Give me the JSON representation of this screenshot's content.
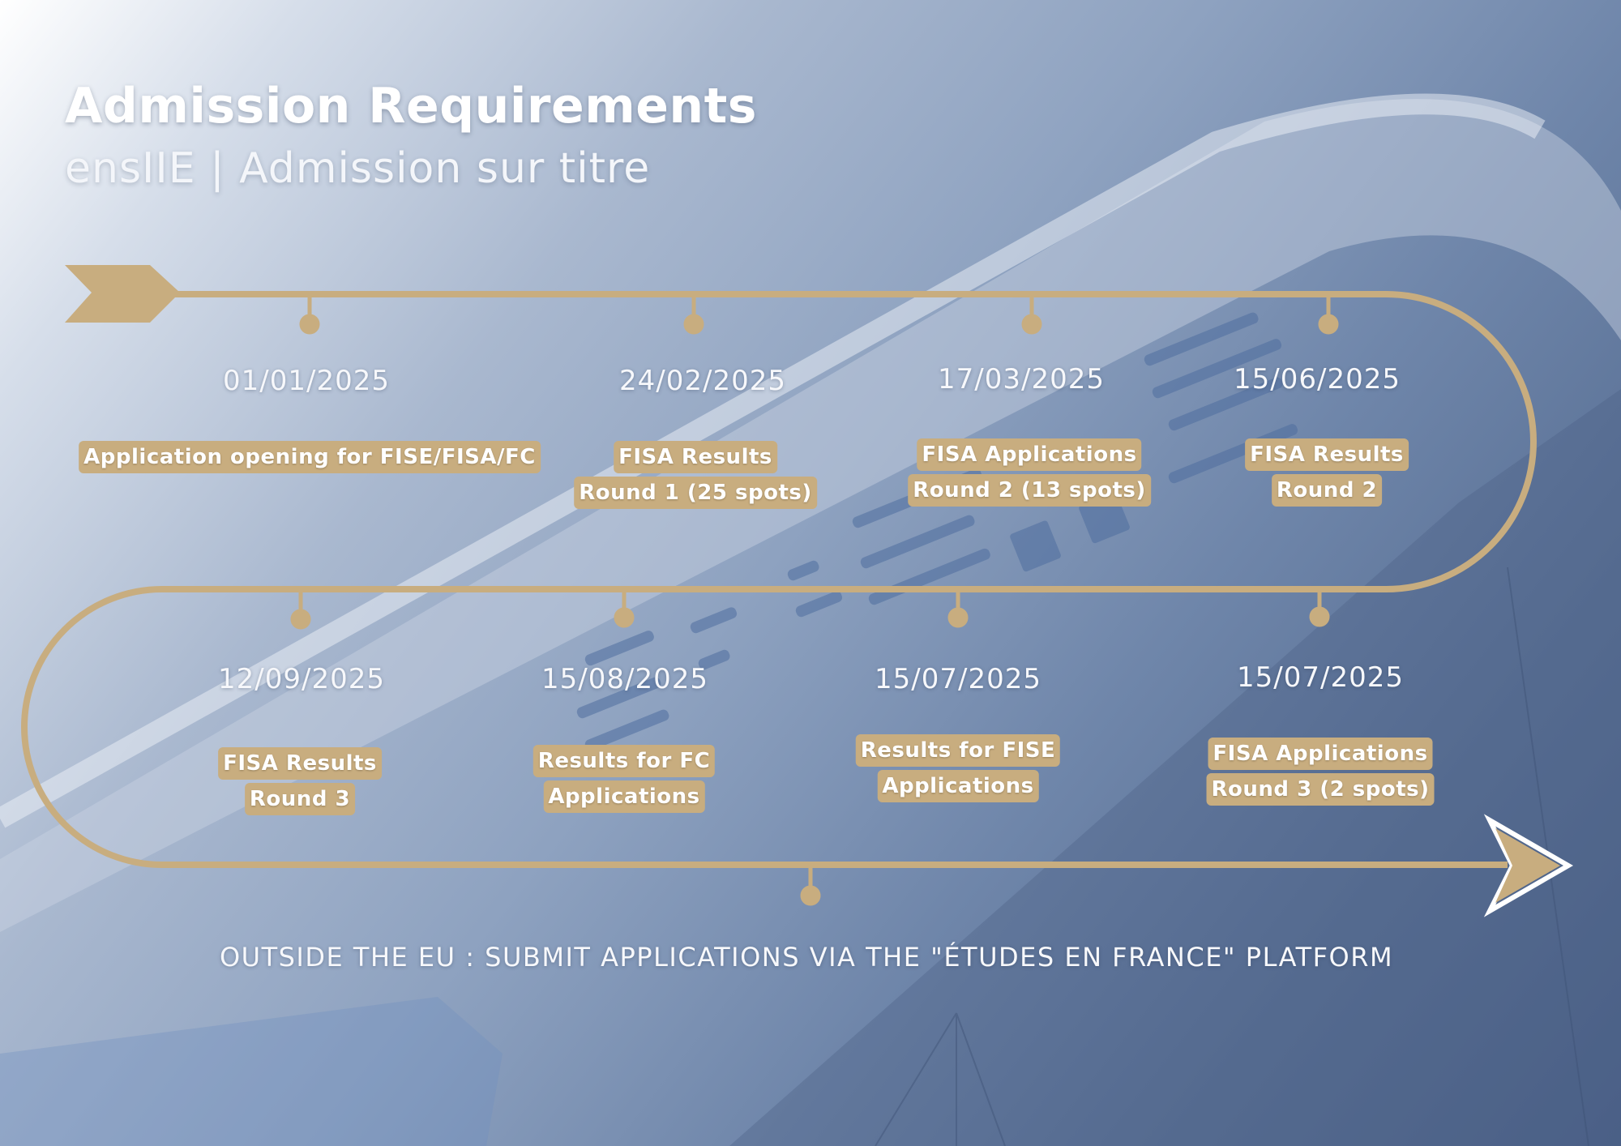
{
  "header": {
    "title": "Admission Requirements",
    "subtitle": "ensIIE | Admission sur titre"
  },
  "colors": {
    "timeline_gold": "#c8ad7f",
    "text_white": "#ffffff"
  },
  "timeline": {
    "row1": [
      {
        "date": "01/01/2025",
        "lines": [
          "Application opening for FISE/FISA/FC"
        ]
      },
      {
        "date": "24/02/2025",
        "lines": [
          "FISA Results",
          "Round 1 (25 spots)"
        ]
      },
      {
        "date": "17/03/2025",
        "lines": [
          "FISA Applications",
          "Round 2 (13 spots)"
        ]
      },
      {
        "date": "15/06/2025",
        "lines": [
          "FISA Results",
          "Round 2"
        ]
      }
    ],
    "row2": [
      {
        "date": "12/09/2025",
        "lines": [
          "FISA Results",
          "Round 3"
        ]
      },
      {
        "date": "15/08/2025",
        "lines": [
          "Results for FC",
          "Applications"
        ]
      },
      {
        "date": "15/07/2025",
        "lines": [
          "Results for FISE",
          "Applications"
        ]
      },
      {
        "date": "15/07/2025",
        "lines": [
          "FISA Applications",
          "Round 3 (2 spots)"
        ]
      }
    ]
  },
  "footer": {
    "note": "OUTSIDE THE EU : SUBMIT APPLICATIONS VIA THE \"ÉTUDES EN FRANCE\" PLATFORM"
  }
}
